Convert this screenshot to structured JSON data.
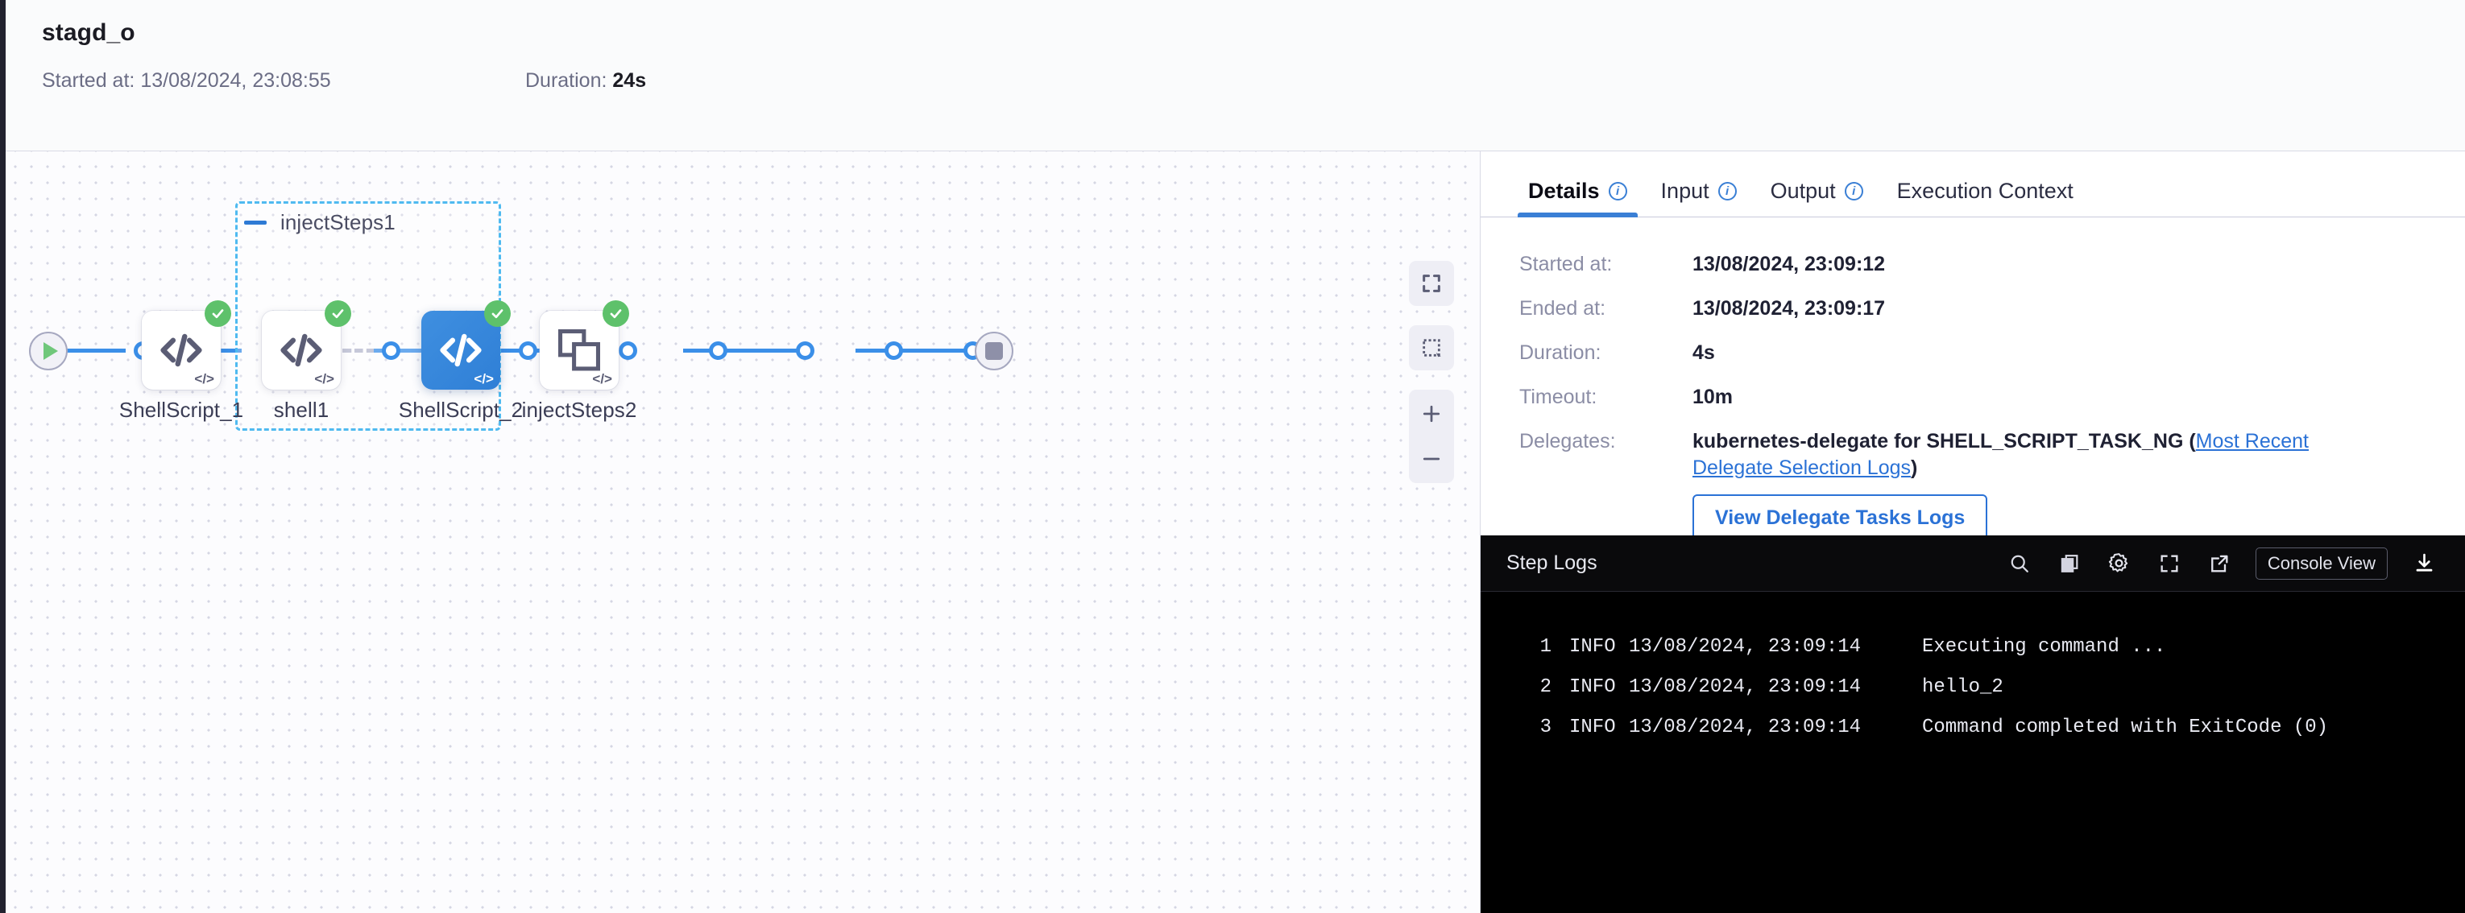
{
  "header": {
    "title": "stagd_o",
    "started_label": "Started at:",
    "started_value": "13/08/2024, 23:08:55",
    "duration_label": "Duration:",
    "duration_value": "24s"
  },
  "canvas": {
    "group": {
      "label": "injectSteps1",
      "collapse_icon": "minus-icon"
    },
    "start_node": {
      "name": "start-node",
      "icon": "play-icon"
    },
    "end_node": {
      "name": "end-node",
      "icon": "stop-icon"
    },
    "nodes": [
      {
        "label": "ShellScript_1",
        "icon": "code-icon",
        "status": "success",
        "selected": false,
        "corner": "</>"
      },
      {
        "label": "shell1",
        "icon": "code-icon",
        "status": "success",
        "selected": false,
        "corner": "</>"
      },
      {
        "label": "ShellScript_2",
        "icon": "code-icon",
        "status": "success",
        "selected": true,
        "corner": "</>"
      },
      {
        "label": "injectSteps2",
        "icon": "stack-icon",
        "status": "success",
        "selected": false,
        "corner": "</>"
      }
    ],
    "tools": [
      {
        "name": "fit-to-screen-button",
        "icon": "fullscreen-icon"
      },
      {
        "name": "selection-box-button",
        "icon": "marquee-select-icon"
      },
      {
        "name": "zoom-in-button",
        "icon": "plus-icon"
      },
      {
        "name": "zoom-out-button",
        "icon": "minus-icon"
      }
    ],
    "colors": {
      "accent": "#3b8fe8",
      "group_border": "#4fbaf0",
      "success": "#5ec16b"
    }
  },
  "tabs": [
    {
      "label": "Details",
      "has_info": true,
      "active": true
    },
    {
      "label": "Input",
      "has_info": true,
      "active": false
    },
    {
      "label": "Output",
      "has_info": true,
      "active": false
    },
    {
      "label": "Execution Context",
      "has_info": false,
      "active": false
    }
  ],
  "details": {
    "rows": [
      {
        "key": "Started at:",
        "value": "13/08/2024, 23:09:12"
      },
      {
        "key": "Ended at:",
        "value": "13/08/2024, 23:09:17"
      },
      {
        "key": "Duration:",
        "value": "4s"
      },
      {
        "key": "Timeout:",
        "value": "10m"
      }
    ],
    "delegates_key": "Delegates:",
    "delegates_value": "kubernetes-delegate for SHELL_SCRIPT_TASK_NG (",
    "delegates_link": "Most Recent Delegate Selection Logs",
    "delegates_suffix": ")",
    "delegate_button": "View Delegate Tasks Logs"
  },
  "logs": {
    "title": "Step Logs",
    "console_button": "Console View",
    "actions": [
      {
        "name": "search-icon"
      },
      {
        "name": "copy-icon"
      },
      {
        "name": "gear-icon"
      },
      {
        "name": "fullscreen-icon"
      },
      {
        "name": "external-link-icon"
      },
      {
        "name": "download-icon"
      }
    ],
    "lines": [
      {
        "num": "1",
        "level": "INFO",
        "timestamp": "13/08/2024, 23:09:14",
        "message": "Executing command ..."
      },
      {
        "num": "2",
        "level": "INFO",
        "timestamp": "13/08/2024, 23:09:14",
        "message": "hello_2"
      },
      {
        "num": "3",
        "level": "INFO",
        "timestamp": "13/08/2024, 23:09:14",
        "message": "Command completed with ExitCode (0)"
      }
    ]
  }
}
